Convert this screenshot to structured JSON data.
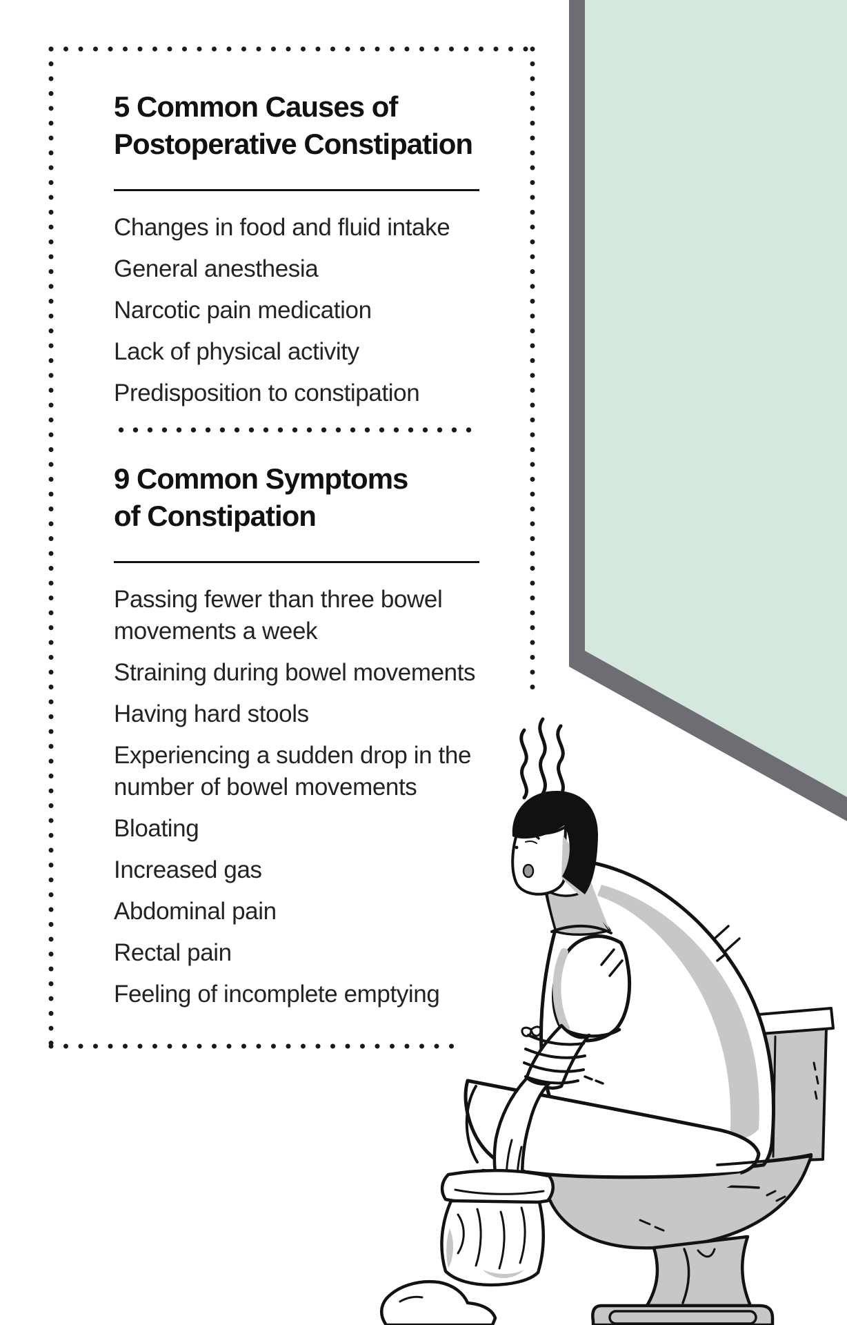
{
  "colors": {
    "heading": "#111111",
    "text": "#232323",
    "dot": "#1a1a1a",
    "outline": "#121212",
    "shade": "#c7c7c9",
    "wallfill": "#d5e8dd",
    "walledge": "#6e6d73",
    "paper": "#ffffff"
  },
  "sections": [
    {
      "heading_line1": "5 Common Causes of",
      "heading_line2": "Postoperative Constipation",
      "items": [
        "Changes in food and fluid intake",
        "General anesthesia",
        "Narcotic pain medication",
        "Lack of physical activity",
        "Predisposition to constipation"
      ]
    },
    {
      "heading_line1": "9 Common Symptoms",
      "heading_line2": "of Constipation",
      "items": [
        "Passing fewer than three bowel movements a week",
        "Straining during bowel movements",
        "Having hard stools",
        "Experiencing a sudden drop in the number of bowel movements",
        "Bloating",
        "Increased gas",
        "Abdominal pain",
        "Rectal pain",
        "Feeling of incomplete emptying"
      ]
    }
  ],
  "illustration": {
    "wall_icon": "green-wall-panel",
    "figure_icon": "man-sitting-on-toilet",
    "smell_icon": "stink-lines"
  }
}
